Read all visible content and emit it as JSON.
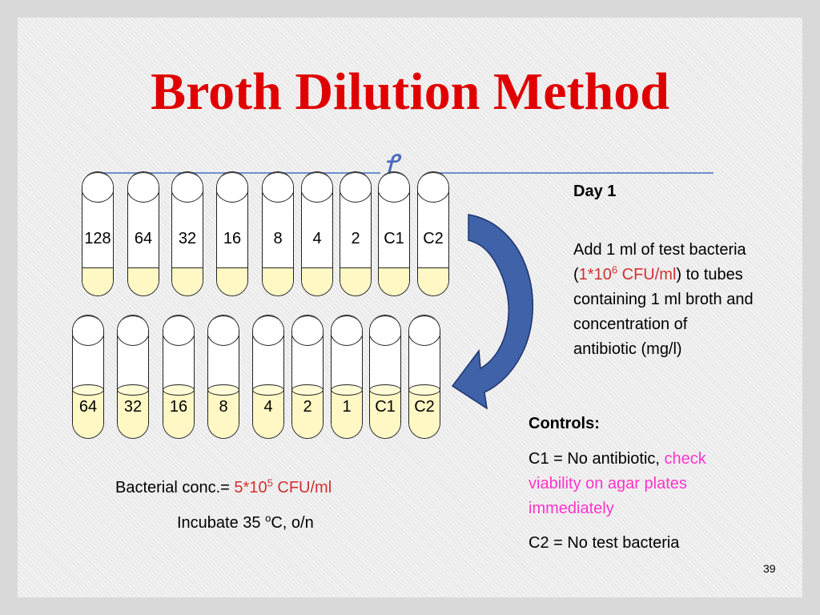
{
  "title": "Broth Dilution Method",
  "ornament": "ꞏ",
  "colors": {
    "title": "#e00000",
    "accent_red": "#d03030",
    "accent_pink": "#ff33cc",
    "rule": "#6f8fd0",
    "arrow": "#3f62a8"
  },
  "top_row": [
    "128",
    "64",
    "32",
    "16",
    "8",
    "4",
    "2",
    "C1",
    "C2"
  ],
  "bottom_row": [
    "64",
    "32",
    "16",
    "8",
    "4",
    "2",
    "1",
    "C1",
    "C2"
  ],
  "bacterial": {
    "prefix": "Bacterial conc.= ",
    "value": "5*10",
    "exp": "5",
    "unit": " CFU/ml"
  },
  "incubate": {
    "prefix": "Incubate 35 ",
    "sup": "o",
    "suffix": "C, o/n"
  },
  "day1": {
    "heading": "Day 1",
    "line1": "Add 1 ml of test bacteria",
    "paren_open": "(",
    "conc": "1*10",
    "conc_exp": "6",
    "conc_unit": " CFU/ml",
    "paren_close": ")",
    "line2_rest": " to tubes",
    "line3": "containing 1 ml broth and",
    "line4": "concentration of",
    "line5": "antibiotic (mg/l)"
  },
  "controls": {
    "heading": "Controls:",
    "c1_prefix": "C1 = No antibiotic, ",
    "c1_pink_1": "check",
    "c1_pink_2": "viability on agar plates",
    "c1_pink_3": "immediately",
    "c2": "C2 = No test bacteria"
  },
  "page_number": "39"
}
